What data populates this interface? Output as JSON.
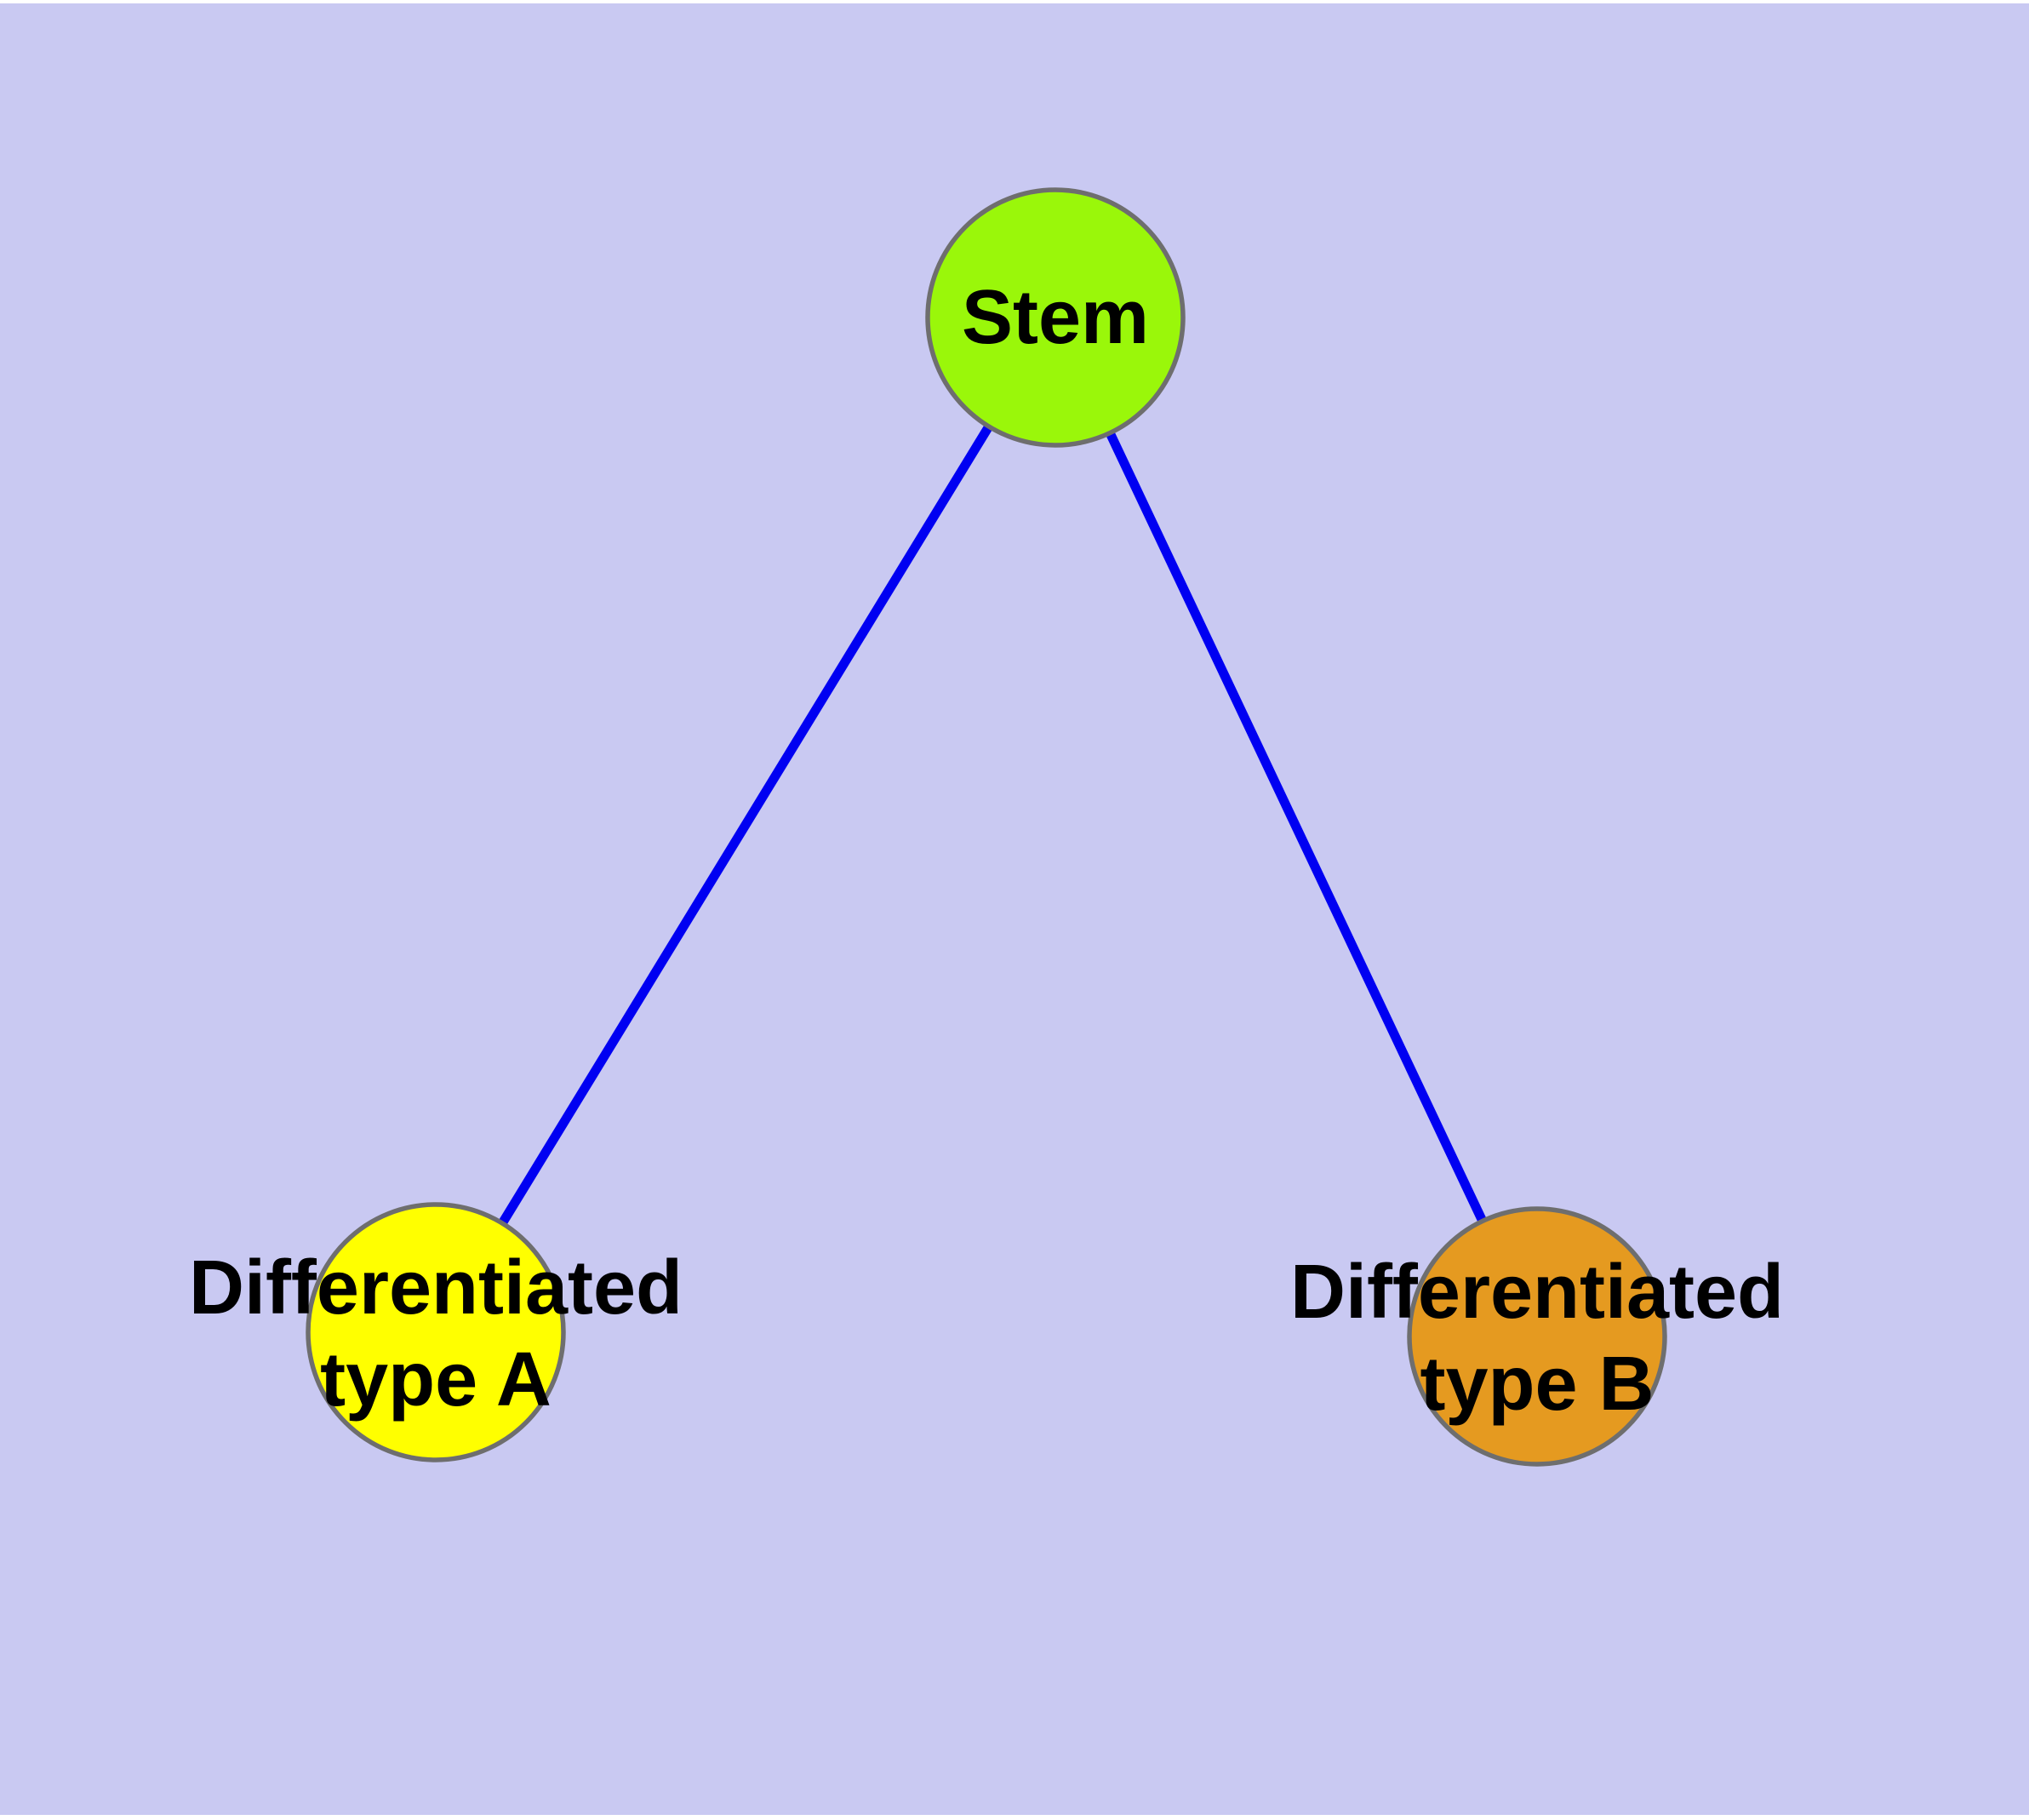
{
  "styles": {
    "page_background": "#FFFFFF",
    "canvas_background": "#C9C9F2",
    "node_border_color": "#6E6E6E",
    "edge_color": "#0000F2",
    "label_color": "#000000"
  },
  "diagram": {
    "type": "node-link-graph",
    "nodes": {
      "stem": {
        "label": "Stem",
        "fill": "#9AF70A"
      },
      "type_a": {
        "label_line1": "Differentiated",
        "label_line2": "type A",
        "fill": "#FFFF00"
      },
      "type_b": {
        "label_line1": "Differentiated",
        "label_line2": "type B",
        "fill": "#E59A20"
      }
    },
    "edges": [
      {
        "from": "Stem",
        "to": "Differentiated type A"
      },
      {
        "from": "Stem",
        "to": "Differentiated type B"
      }
    ]
  }
}
